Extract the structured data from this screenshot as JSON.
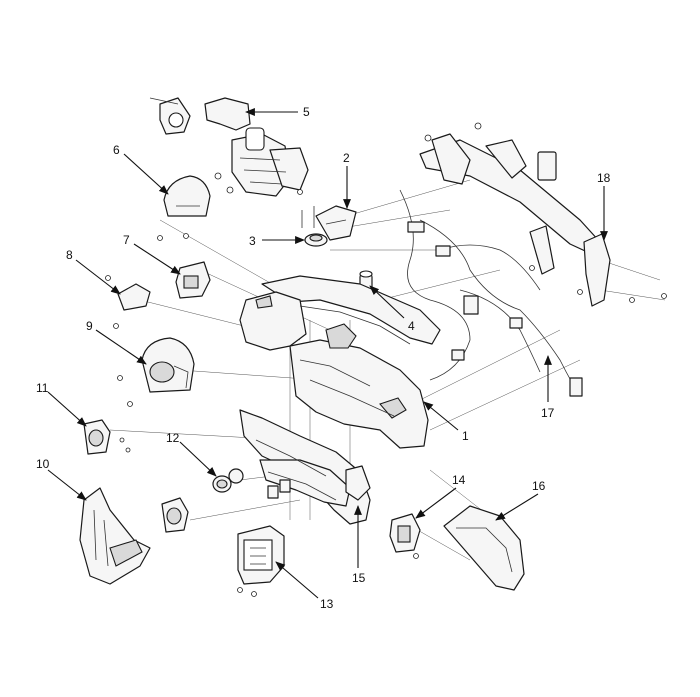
{
  "callouts": [
    {
      "id": "1",
      "label": "1"
    },
    {
      "id": "2",
      "label": "2"
    },
    {
      "id": "3",
      "label": "3"
    },
    {
      "id": "4",
      "label": "4"
    },
    {
      "id": "5",
      "label": "5"
    },
    {
      "id": "6",
      "label": "6"
    },
    {
      "id": "7",
      "label": "7"
    },
    {
      "id": "8",
      "label": "8"
    },
    {
      "id": "9",
      "label": "9"
    },
    {
      "id": "10",
      "label": "10"
    },
    {
      "id": "11",
      "label": "11"
    },
    {
      "id": "12",
      "label": "12"
    },
    {
      "id": "13",
      "label": "13"
    },
    {
      "id": "14",
      "label": "14"
    },
    {
      "id": "15",
      "label": "15"
    },
    {
      "id": "16",
      "label": "16"
    },
    {
      "id": "17",
      "label": "17"
    },
    {
      "id": "18",
      "label": "18"
    }
  ],
  "colors": {
    "line": "#1a1a1a",
    "fill": "#f6f6f6",
    "shade": "#d9d9d9",
    "background": "#ffffff"
  }
}
